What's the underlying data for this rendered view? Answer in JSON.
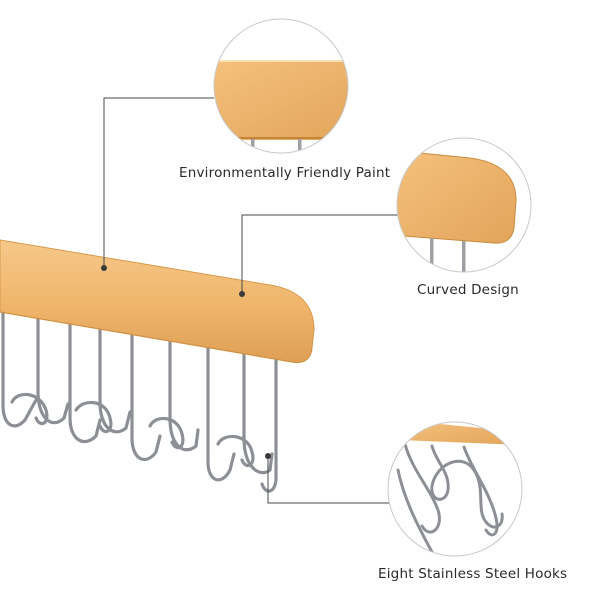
{
  "callouts": [
    {
      "label": "Environmentally Friendly Paint"
    },
    {
      "label": "Curved Design"
    },
    {
      "label": "Eight Stainless Steel Hooks"
    }
  ],
  "colors": {
    "wood": "#f0b86e",
    "wood_edge": "#d99848",
    "steel": "#8c9096",
    "line": "#4a4a4a",
    "circle_border": "#c8c8c8"
  }
}
